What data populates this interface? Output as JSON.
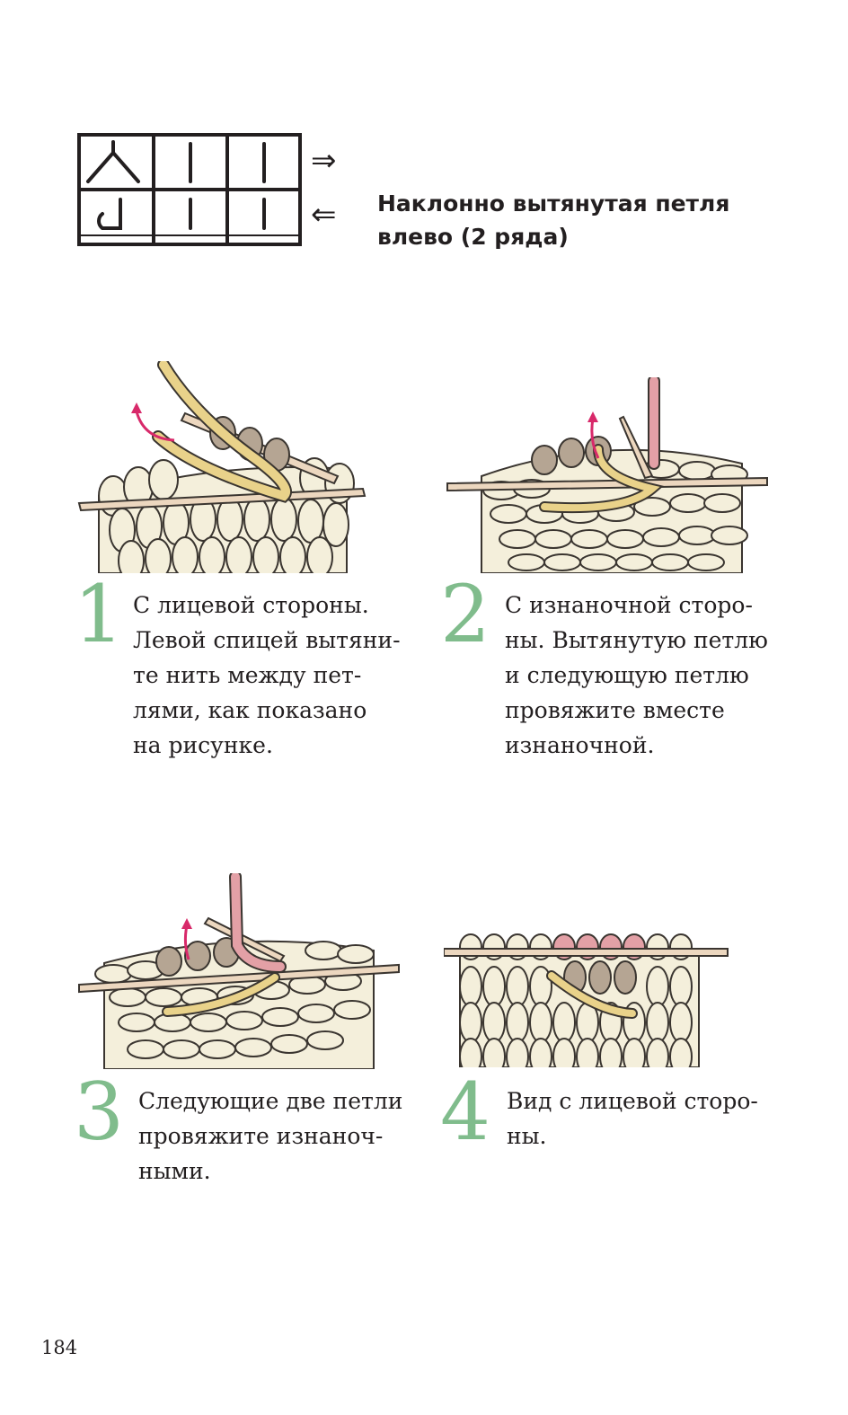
{
  "chart": {
    "title_line1": "Наклонно вытянутая петля",
    "title_line2": "влево (2 ряда)",
    "arrow_right": "⇒",
    "arrow_left": "⇐"
  },
  "colors": {
    "step_number": "#80bc8c",
    "yarn_cream": "#f4efdb",
    "yarn_outline": "#3a3530",
    "needle": "#ecd7bf",
    "yarn_yellow": "#e9d28a",
    "yarn_taupe": "#b5a593",
    "yarn_pink": "#e3a0a6",
    "arrow_magenta": "#d8296a"
  },
  "steps": [
    {
      "number": "1",
      "text": "С лицевой стороны.\nЛевой спицей вытяни-\nте нить между пет-\nлями, как показано\nна рисунке."
    },
    {
      "number": "2",
      "text": "С изнаночной сторо-\nны. Вытянутую петлю\nи следующую петлю\nпровяжите вместе\nизнаночной."
    },
    {
      "number": "3",
      "text": "Следующие две петли\nпровяжите изнаноч-\nными."
    },
    {
      "number": "4",
      "text": "Вид с лицевой сторо-\nны."
    }
  ],
  "page_number": "184"
}
